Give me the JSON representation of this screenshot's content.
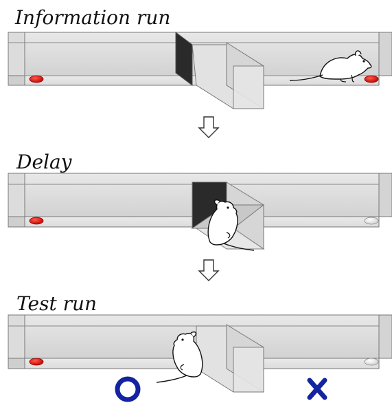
{
  "panels": [
    {
      "id": "information-run",
      "title": "Information run",
      "left_reward": "red",
      "right_reward": "red",
      "door": "open",
      "rat_position": "right-end"
    },
    {
      "id": "delay",
      "title": "Delay",
      "left_reward": "red",
      "right_reward": "white",
      "door": "closed",
      "rat_position": "delay-box"
    },
    {
      "id": "test-run",
      "title": "Test run",
      "left_reward": "red",
      "right_reward": "white",
      "door": "open",
      "rat_position": "center"
    }
  ],
  "outcome": {
    "correct_symbol": "○",
    "incorrect_symbol": "×"
  },
  "colors": {
    "reward_red": "#e01010",
    "reward_white": "#f4f4f4",
    "outline": "#777777",
    "glass": "#d9d9d9",
    "dark_door": "#2a2a2a",
    "symbol_blue": "#1423a0"
  },
  "icons": [
    "down-arrow-icon",
    "rat-icon",
    "circle-symbol-icon",
    "cross-symbol-icon"
  ]
}
